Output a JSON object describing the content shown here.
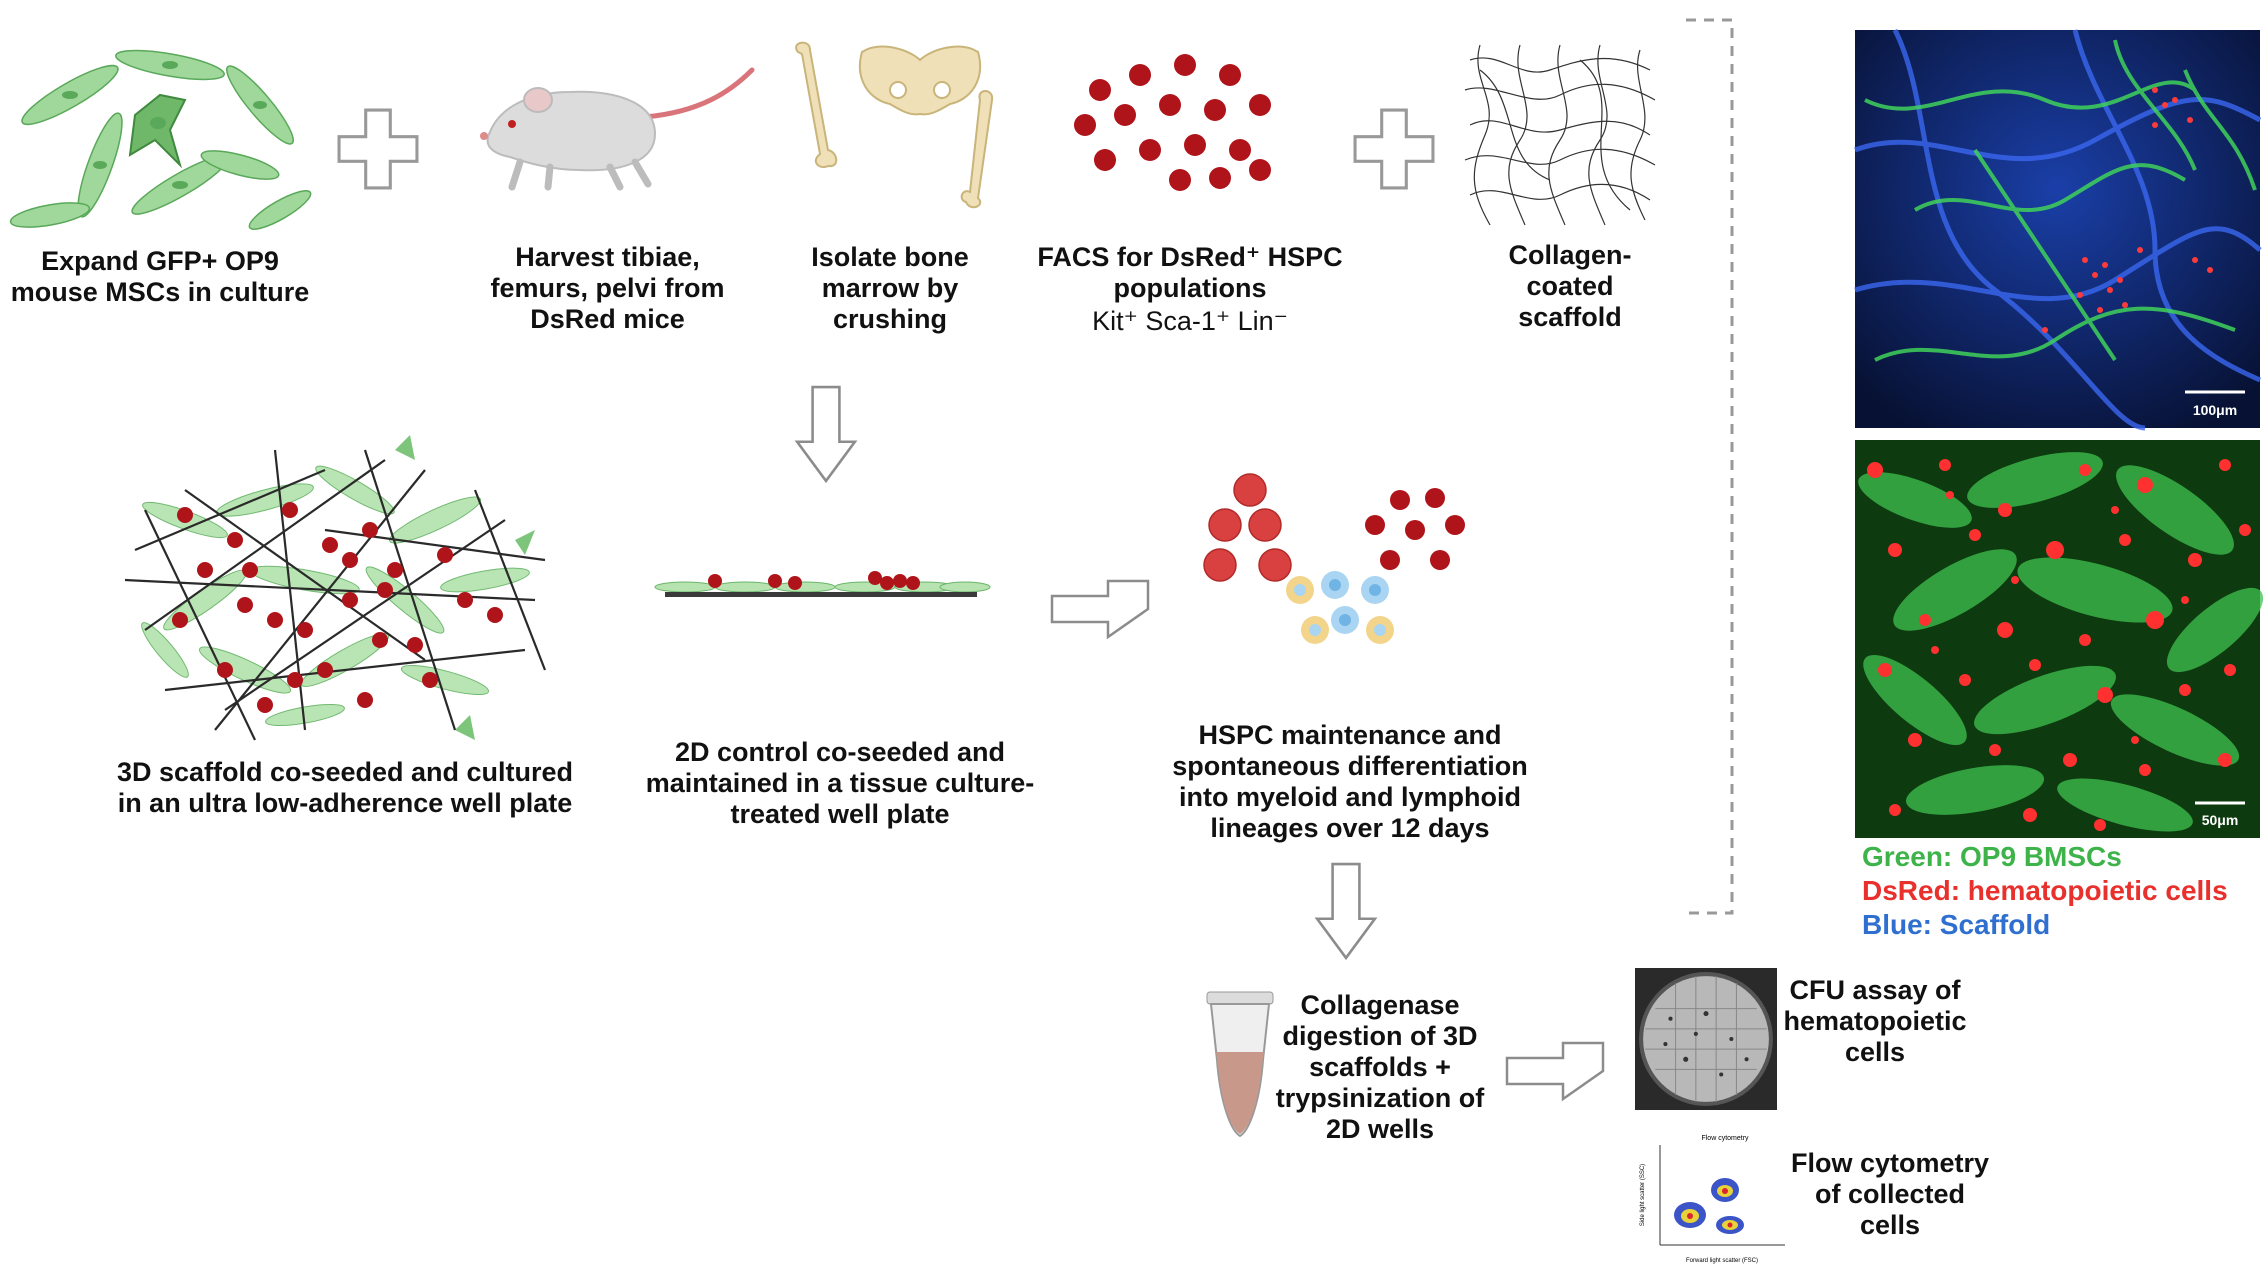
{
  "steps": {
    "expand": "Expand GFP+ OP9\nmouse MSCs in culture",
    "harvest": "Harvest tibiae,\nfemurs, pelvi from\nDsRed mice",
    "isolate": "Isolate bone\nmarrow by\ncrushing",
    "facs_title": "FACS for DsRed⁺ HSPC\npopulations",
    "facs_markers": "Kit⁺ Sca-1⁺ Lin⁻",
    "scaffold": "Collagen-\ncoated\nscaffold",
    "scaffold_3d": "3D scaffold co-seeded and cultured\nin an ultra low-adherence well plate",
    "control_2d": "2D control co-seeded and\nmaintained in a tissue culture-\ntreated well plate",
    "maintenance": "HSPC maintenance and\nspontaneous differentiation\ninto myeloid and lymphoid\nlineages over 12 days",
    "digestion": "Collagenase\ndigestion of 3D\nscaffolds +\ntrypsinization of\n2D wells",
    "cfu": "CFU assay of\nhematopoietic\ncells",
    "flow": "Flow cytometry\nof collected\ncells"
  },
  "micrographs": {
    "top_scale": "100μm",
    "bottom_scale": "50μm"
  },
  "flow_plot": {
    "title": "Flow cytometry",
    "xlabel": "Forward light scatter (FSC)",
    "ylabel": "Side light scatter (SSC)"
  },
  "legend": [
    {
      "text": "Green: OP9 BMSCs",
      "color": "#3db34a"
    },
    {
      "text": "DsRed: hematopoietic cells",
      "color": "#e8302c"
    },
    {
      "text": "Blue: Scaffold",
      "color": "#2f6fd0"
    }
  ],
  "colors": {
    "msc_green": "#8fcf8a",
    "hspc_red": "#b0141b",
    "arrow_outline": "#8c8c8c"
  }
}
